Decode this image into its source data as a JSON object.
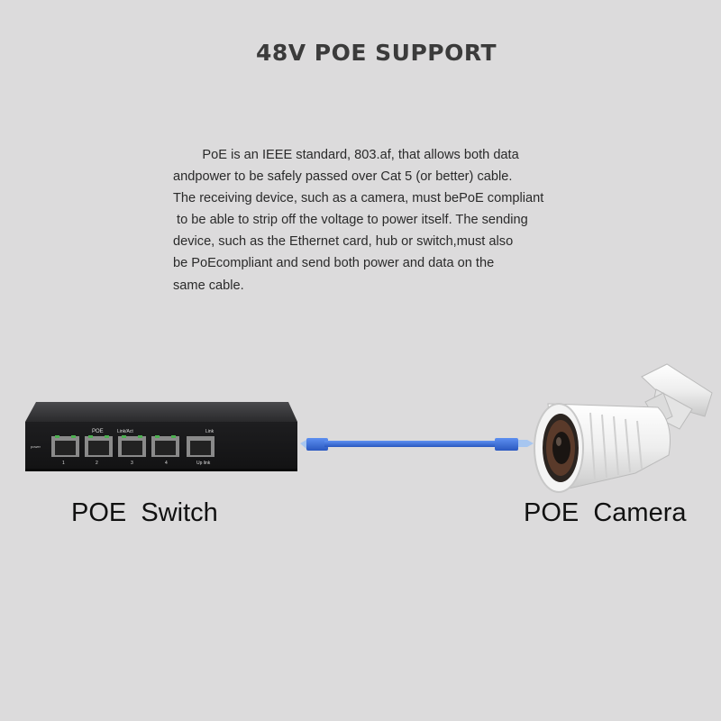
{
  "title": "48V POE SUPPORT",
  "paragraph_lines": [
    "        PoE is an IEEE standard, 803.af, that allows both data",
    "andpower to be safely passed over Cat 5 (or better) cable.",
    "The receiving device, such as a camera, must bePoE compliant",
    " to be able to strip off the voltage to power itself. The sending",
    "device, such as the Ethernet card, hub or switch,must also",
    "be PoEcompliant and send both power and data on the",
    "same cable."
  ],
  "switch": {
    "label": "POE  Switch",
    "panel_poe": "POE",
    "panel_link_act": "Link/Act",
    "panel_link": "Link",
    "panel_power": "power",
    "panel_uplink": "Up link",
    "port_numbers": [
      "1",
      "2",
      "3",
      "4"
    ]
  },
  "camera": {
    "label": "POE  Camera"
  },
  "colors": {
    "background": "#dcdbdc",
    "cable": "#3a6fd6",
    "switch_body": "#2a2a2c",
    "camera_body": "#f2f2f2"
  }
}
